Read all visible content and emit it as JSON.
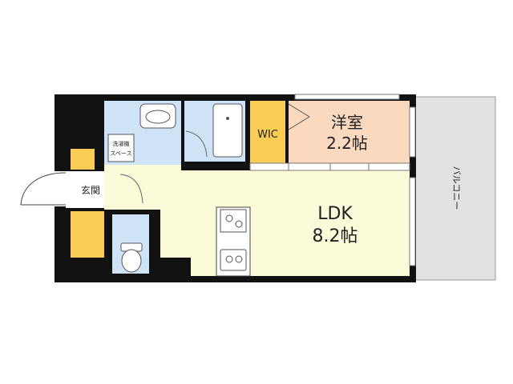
{
  "rooms": {
    "western_room": {
      "name": "洋室",
      "size": "2.2帖"
    },
    "ldk": {
      "name": "LDK",
      "size": "8.2帖"
    },
    "wic": {
      "name": "WIC"
    },
    "entrance": {
      "name": "玄関"
    },
    "laundry": {
      "line1": "洗濯機",
      "line2": "スペース"
    },
    "balcony": {
      "name": "バルコニー"
    }
  },
  "colors": {
    "wall": "#111111",
    "ldk_floor": "#fbfbd9",
    "western_floor": "#fad9bf",
    "wic_floor": "#f8cc55",
    "wet_area": "#cfe3f6",
    "balcony": "#e2e2e2",
    "storage": "#f8cc55"
  }
}
